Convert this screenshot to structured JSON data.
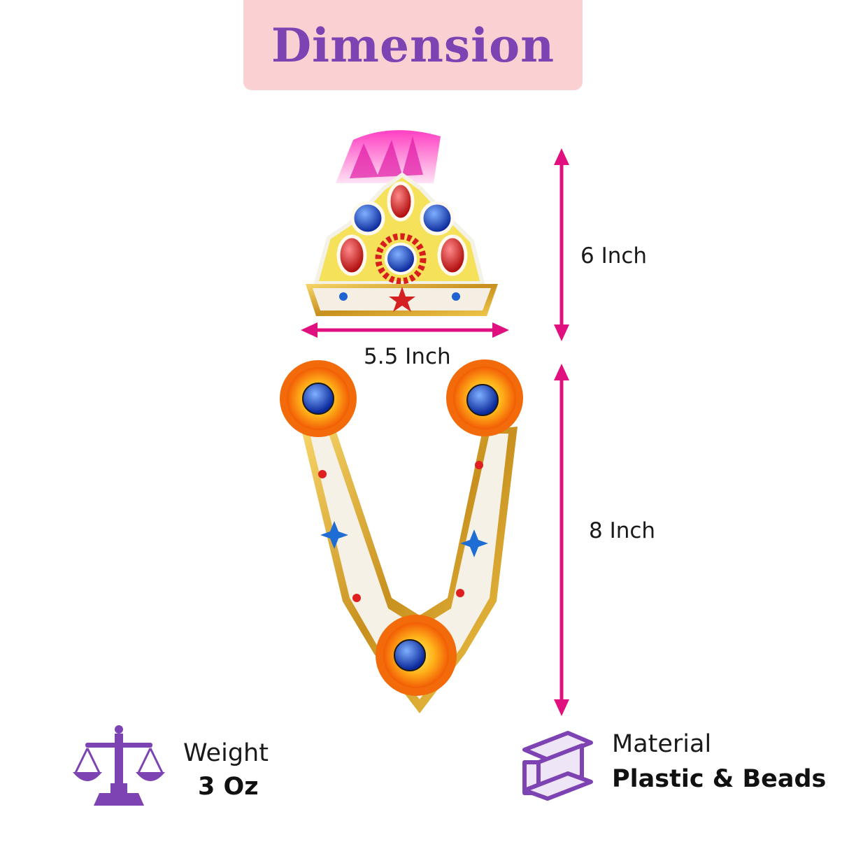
{
  "title": "Dimension",
  "dimensions": {
    "crown_height": "6 Inch",
    "crown_width": "5.5 Inch",
    "tilak_height": "8 Inch"
  },
  "weight": {
    "label": "Weight",
    "value": "3 Oz"
  },
  "material": {
    "label": "Material",
    "value": "Plastic & Beads"
  },
  "colors": {
    "title_bg": "#fbd0d2",
    "title_text": "#7d43b3",
    "arrow": "#e0117f",
    "icon": "#7d43b3"
  },
  "icons": [
    "scale-icon",
    "beam-icon"
  ]
}
